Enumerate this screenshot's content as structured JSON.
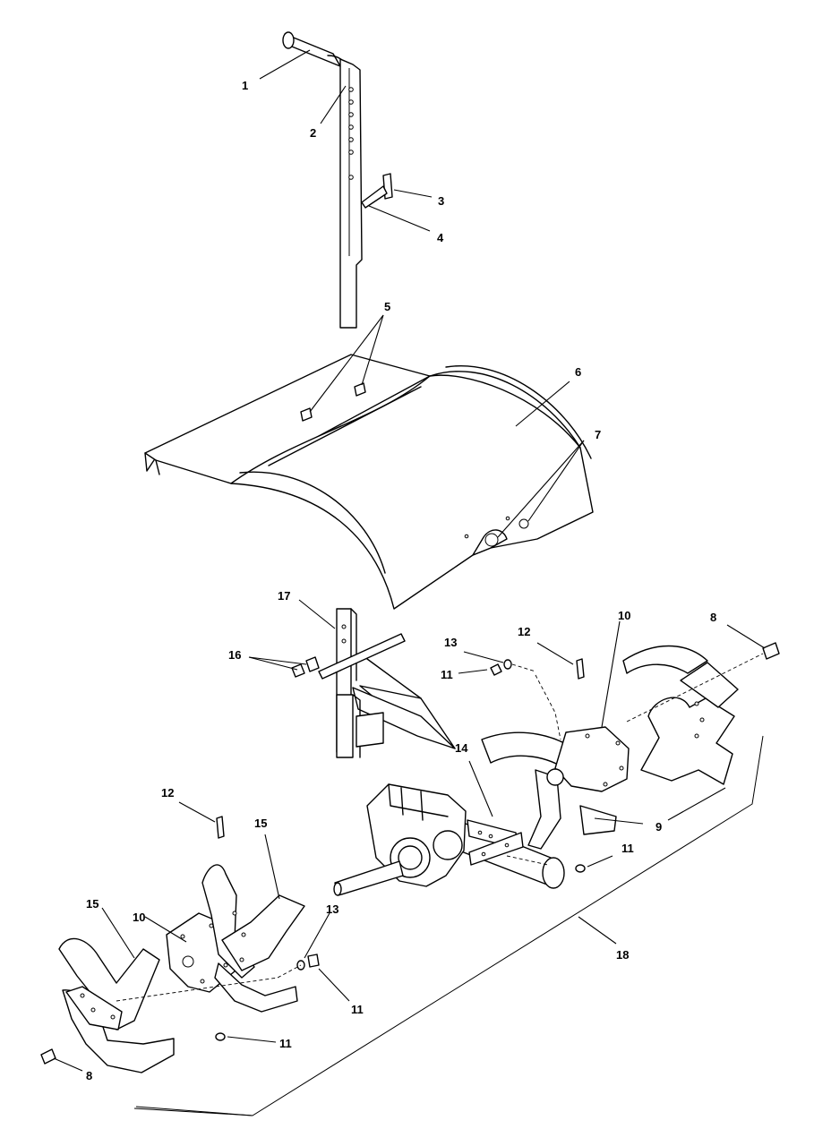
{
  "callouts": {
    "c1": "1",
    "c2": "2",
    "c3": "3",
    "c4": "4",
    "c5": "5",
    "c6": "6",
    "c7": "7",
    "c8a": "8",
    "c8b": "8",
    "c9": "9",
    "c10a": "10",
    "c10b": "10",
    "c11a": "11",
    "c11b": "11",
    "c11c": "11",
    "c11d": "11",
    "c12a": "12",
    "c12b": "12",
    "c13a": "13",
    "c13b": "13",
    "c14": "14",
    "c15a": "15",
    "c15b": "15",
    "c16": "16",
    "c17": "17",
    "c18": "18"
  }
}
